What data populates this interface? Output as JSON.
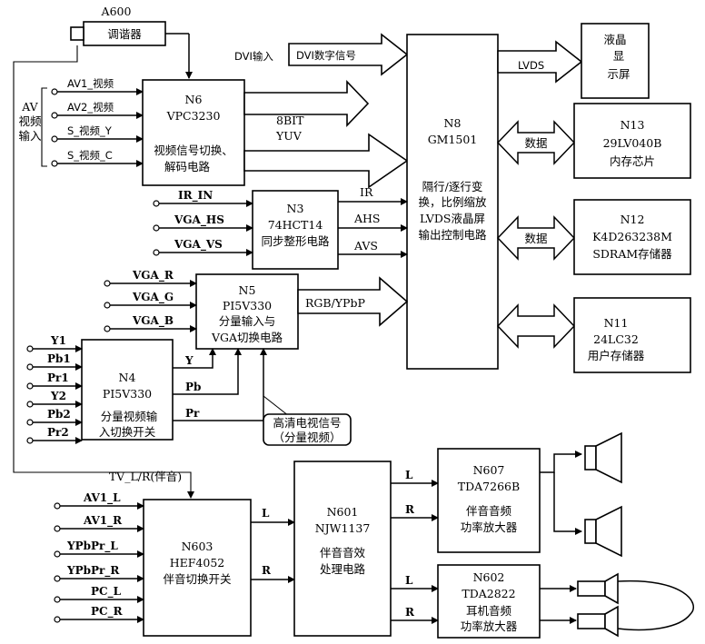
{
  "tuner": {
    "id": "A600",
    "label": "调谐器"
  },
  "dvi": {
    "input_label": "DVI输入",
    "signal_label": "DVI数字信号"
  },
  "av_group_label": [
    "AV",
    "视频",
    "输入"
  ],
  "av_inputs": [
    "AV1_视频",
    "AV2_视频",
    "S_视频_Y",
    "S_视频_C"
  ],
  "n6": {
    "id": "N6",
    "chip": "VPC3230",
    "desc1": "视频信号切换、",
    "desc2": "解码电路"
  },
  "bus_8bit": {
    "line1": "8BIT",
    "line2": "YUV"
  },
  "n8": {
    "id": "N8",
    "chip": "GM1501",
    "desc": [
      "隔行/逐行变",
      "换，比例缩放",
      "LVDS液晶屏",
      "输出控制电路"
    ]
  },
  "lvds_label": "LVDS",
  "lcd": {
    "label": [
      "液晶",
      "显",
      "示屏"
    ]
  },
  "n13": {
    "id": "N13",
    "chip": "29LV040B",
    "desc": "内存芯片"
  },
  "n12": {
    "id": "N12",
    "chip": "K4D263238M",
    "desc": "SDRAM存储器"
  },
  "n11": {
    "id": "N11",
    "chip": "24LC32",
    "desc": "用户存储器"
  },
  "data_label": "数据",
  "n3": {
    "id": "N3",
    "chip": "74HCT14",
    "desc": "同步整形电路",
    "inputs": [
      "IR_IN",
      "VGA_HS",
      "VGA_VS"
    ],
    "outputs": [
      "IR",
      "AHS",
      "AVS"
    ]
  },
  "n5": {
    "id": "N5",
    "chip": "PI5V330",
    "desc1": "分量输入与",
    "desc2": "VGA切换电路",
    "inputs": [
      "VGA_R",
      "VGA_G",
      "VGA_B"
    ],
    "output": "RGB/YPbP"
  },
  "n4": {
    "id": "N4",
    "chip": "PI5V330",
    "desc1": "分量视频输",
    "desc2": "入切换开关",
    "inputs": [
      "Y1",
      "Pb1",
      "Pr1",
      "Y2",
      "Pb2",
      "Pr2"
    ],
    "outputs": [
      "Y",
      "Pb",
      "Pr"
    ]
  },
  "hd_note": {
    "line1": "高清电视信号",
    "line2": "（分量视频）"
  },
  "tv_audio": "TV_L/R(伴音)",
  "n603": {
    "id": "N603",
    "chip": "HEF4052",
    "desc": "伴音切换开关",
    "inputs": [
      "AV1_L",
      "AV1_R",
      "YPbPr_L",
      "YPbPr_R",
      "PC_L",
      "PC_R"
    ]
  },
  "n601": {
    "id": "N601",
    "chip": "NJW1137",
    "desc1": "伴音音效",
    "desc2": "处理电路"
  },
  "lr": {
    "l": "L",
    "r": "R"
  },
  "n607": {
    "id": "N607",
    "chip": "TDA7266B",
    "desc1": "伴音音频",
    "desc2": "功率放大器"
  },
  "n602": {
    "id": "N602",
    "chip": "TDA2822",
    "desc1": "耳机音频",
    "desc2": "功率放大器"
  }
}
